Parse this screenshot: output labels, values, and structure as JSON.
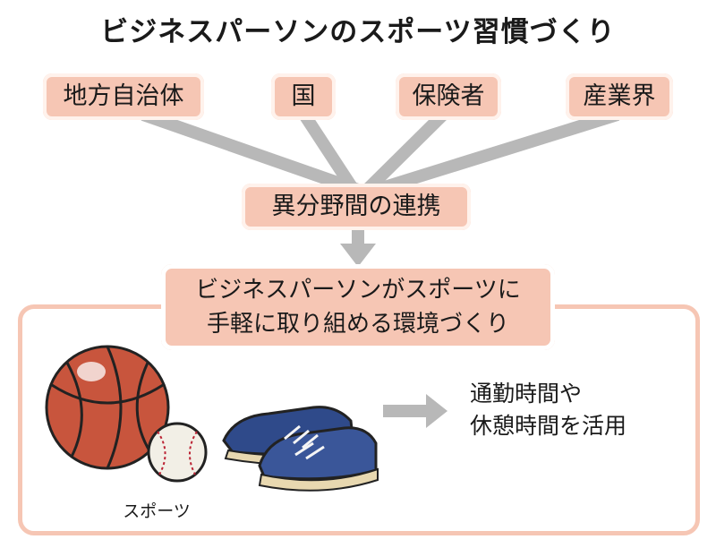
{
  "title": "ビジネスパーソンのスポーツ習慣づくり",
  "stakeholders": [
    "地方自治体",
    "国",
    "保険者",
    "産業界"
  ],
  "collaboration": "異分野間の連携",
  "goal": {
    "line1": "ビジネスパーソンがスポーツに",
    "line2": "手軽に取り組める環境づくり"
  },
  "illustration": {
    "caption": "スポーツ",
    "items": [
      "basketball-icon",
      "baseball-icon",
      "sneakers-icon"
    ]
  },
  "note": {
    "line1": "通勤時間や",
    "line2": "休憩時間を活用"
  },
  "colors": {
    "box_fill": "#f6c6b4",
    "connector": "#b8b8b8",
    "basketball": "#c8553d",
    "shoe": "#2f4a8a"
  }
}
